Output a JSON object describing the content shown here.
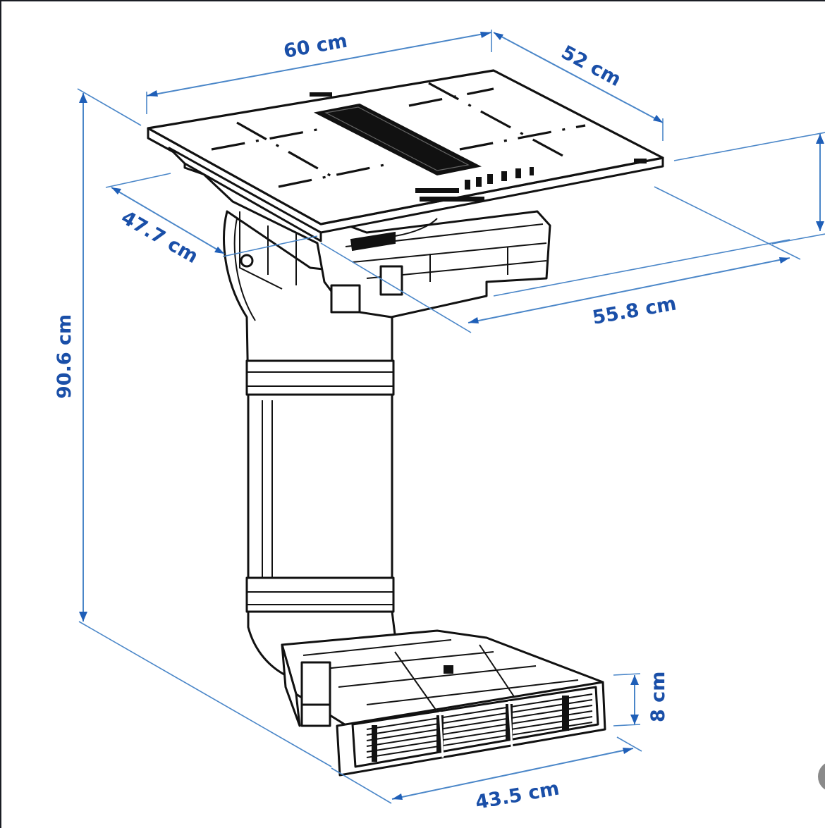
{
  "figure": {
    "subject": "Induction hob with integrated extractor and ducting kit",
    "dimension_color": "#1a4fa8",
    "line_color": "#111111",
    "dimensions": {
      "width_top": "60 cm",
      "depth_top": "52 cm",
      "height_total": "90.6 cm",
      "cutout_depth": "47.7 cm",
      "cutout_width": "55.8 cm",
      "vent_height": "8 cm",
      "vent_width": "43.5 cm"
    }
  }
}
